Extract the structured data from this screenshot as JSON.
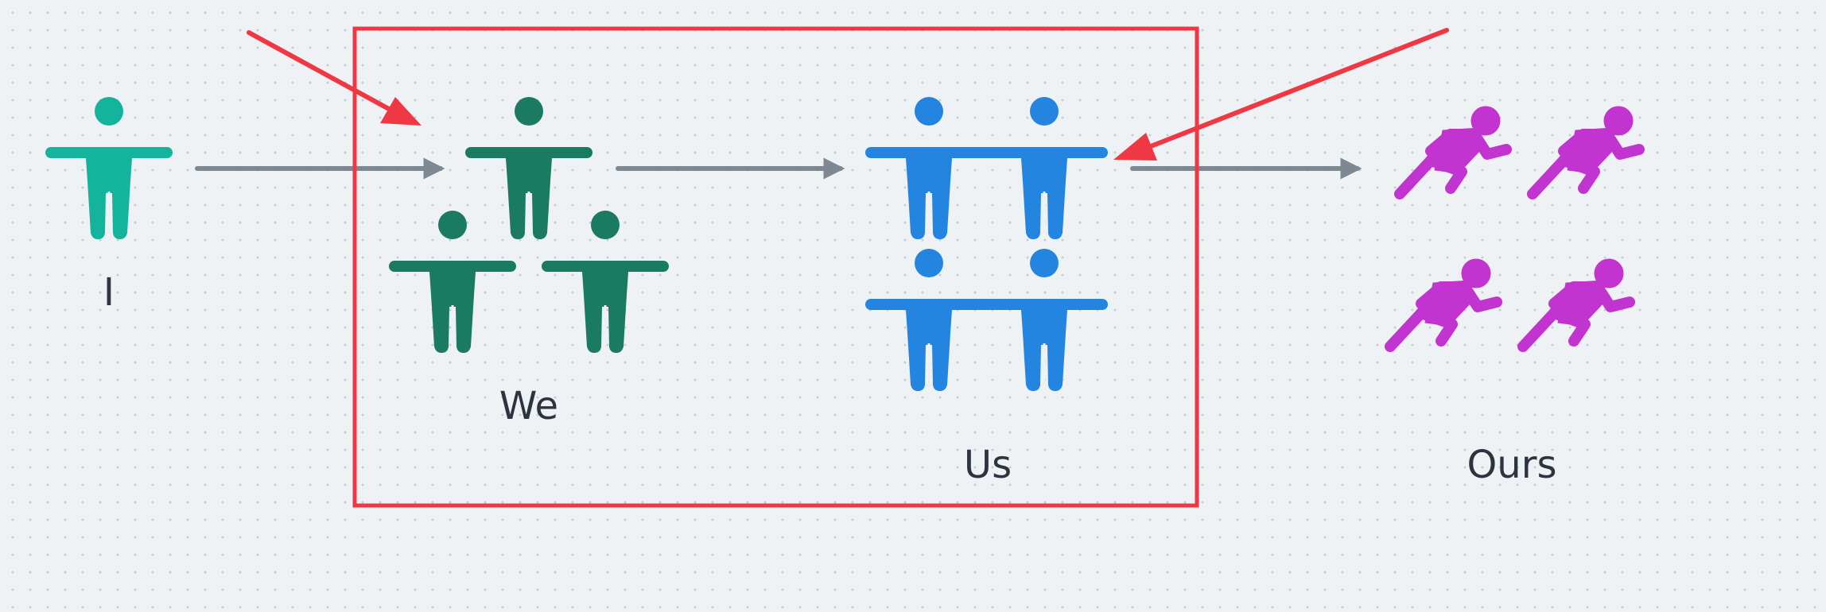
{
  "labels": {
    "i": "I",
    "we": "We",
    "us": "Us",
    "ours": "Ours"
  },
  "colors": {
    "i": "#14b39c",
    "we": "#1a7a62",
    "us": "#2385df",
    "ours": "#c234d0",
    "flow_arrow": "#7d8893",
    "highlight": "#ef3844",
    "background": "#eef2f5"
  },
  "icons": {
    "i": "person-arms-out-icon",
    "we": "person-arms-out-icon",
    "us": "person-arms-out-icon",
    "ours": "running-person-icon"
  },
  "figure_counts": {
    "i": 1,
    "we": 3,
    "us": 4,
    "ours": 4
  }
}
